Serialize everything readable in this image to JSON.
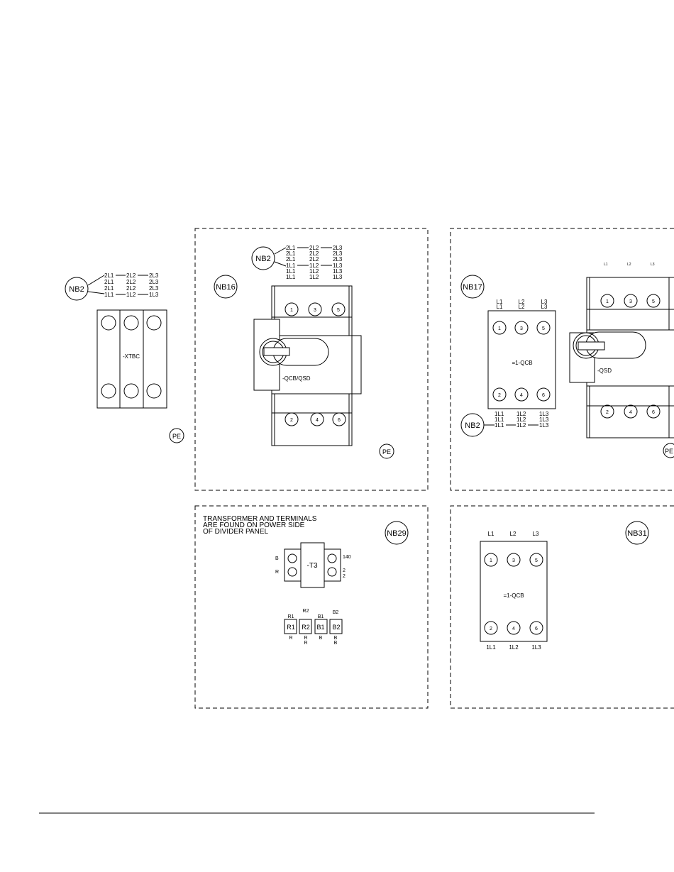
{
  "left": {
    "nb2": "NB2",
    "wires": [
      "2L1",
      "2L2",
      "2L3",
      "2L1",
      "2L2",
      "2L3",
      "2L1",
      "2L2",
      "2L3",
      "1L1",
      "1L2",
      "1L3"
    ],
    "device": "-XTBC",
    "pe": "PE"
  },
  "nb16": {
    "label": "NB16",
    "nb2": "NB2",
    "wires": [
      "2L1",
      "2L2",
      "2L3",
      "2L1",
      "2L2",
      "2L3",
      "2L1",
      "2L2",
      "2L3",
      "1L1",
      "1L2",
      "1L3",
      "1L1",
      "1L2",
      "1L3",
      "1L1",
      "1L2",
      "1L3"
    ],
    "top_terminals": [
      "1",
      "3",
      "5"
    ],
    "bottom_terminals": [
      "2",
      "4",
      "6"
    ],
    "device": "-QCB/QSD",
    "pe": "PE"
  },
  "nb17": {
    "label": "NB17",
    "top_labels": [
      "L1",
      "L1",
      "L2",
      "L2",
      "L3",
      "L3"
    ],
    "top_terminals": [
      "1",
      "3",
      "5"
    ],
    "bottom_terminals": [
      "2",
      "4",
      "6"
    ],
    "device": "=1-QCB",
    "nb2": "NB2",
    "bottom_wires": [
      "1L1",
      "1L2",
      "1L3",
      "1L1",
      "1L2",
      "1L3",
      "1L1",
      "1L2",
      "1L3"
    ],
    "switch_top_labels": [
      "L1",
      "L2",
      "L3"
    ],
    "switch_top_terminals": [
      "1",
      "3",
      "5"
    ],
    "switch_bottom_terminals": [
      "2",
      "4",
      "6"
    ],
    "switch_device": "-QSD",
    "pe": "PE"
  },
  "nb29": {
    "label": "NB29",
    "note": [
      "TRANSFORMER AND TERMINALS",
      "ARE FOUND ON POWER SIDE",
      "OF DIVIDER PANEL"
    ],
    "transformer": "-T3",
    "left_wires": [
      "B",
      "R"
    ],
    "right_wires": [
      "140",
      "2",
      "2"
    ],
    "terminals": [
      "R1",
      "R2",
      "B1",
      "B2"
    ],
    "terminal_top": [
      "R1",
      "R2",
      "B1",
      "B2"
    ],
    "terminal_bottom": [
      "R",
      "R",
      "R",
      "B",
      "B",
      "B"
    ]
  },
  "nb31": {
    "label": "NB31",
    "top_labels": [
      "L1",
      "L2",
      "L3"
    ],
    "top_terminals": [
      "1",
      "3",
      "5"
    ],
    "bottom_terminals": [
      "2",
      "4",
      "6"
    ],
    "device": "=1-QCB",
    "bottom_labels": [
      "1L1",
      "1L2",
      "1L3"
    ]
  }
}
